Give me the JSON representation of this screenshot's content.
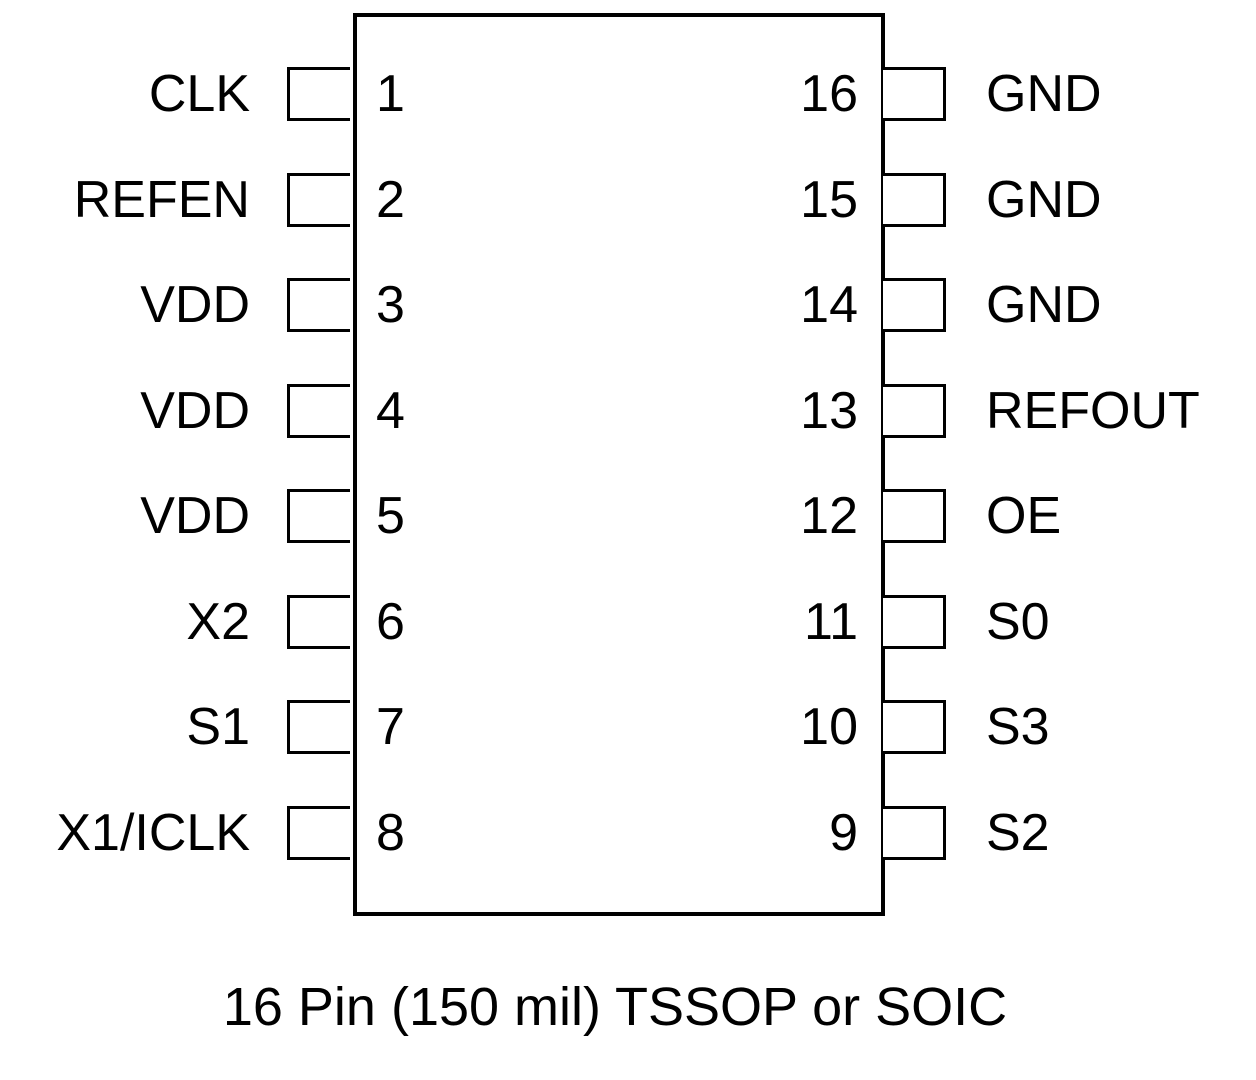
{
  "diagram": {
    "type": "ic-pinout",
    "package_caption": "16 Pin (150 mil) TSSOP or SOIC",
    "left_pins": [
      {
        "number": "1",
        "name": "CLK"
      },
      {
        "number": "2",
        "name": "REFEN"
      },
      {
        "number": "3",
        "name": "VDD"
      },
      {
        "number": "4",
        "name": "VDD"
      },
      {
        "number": "5",
        "name": "VDD"
      },
      {
        "number": "6",
        "name": "X2"
      },
      {
        "number": "7",
        "name": "S1"
      },
      {
        "number": "8",
        "name": "X1/ICLK"
      }
    ],
    "right_pins": [
      {
        "number": "16",
        "name": "GND"
      },
      {
        "number": "15",
        "name": "GND"
      },
      {
        "number": "14",
        "name": "GND"
      },
      {
        "number": "13",
        "name": "REFOUT"
      },
      {
        "number": "12",
        "name": "OE"
      },
      {
        "number": "11",
        "name": "S0"
      },
      {
        "number": "10",
        "name": "S3"
      },
      {
        "number": "9",
        "name": "S2"
      }
    ]
  }
}
